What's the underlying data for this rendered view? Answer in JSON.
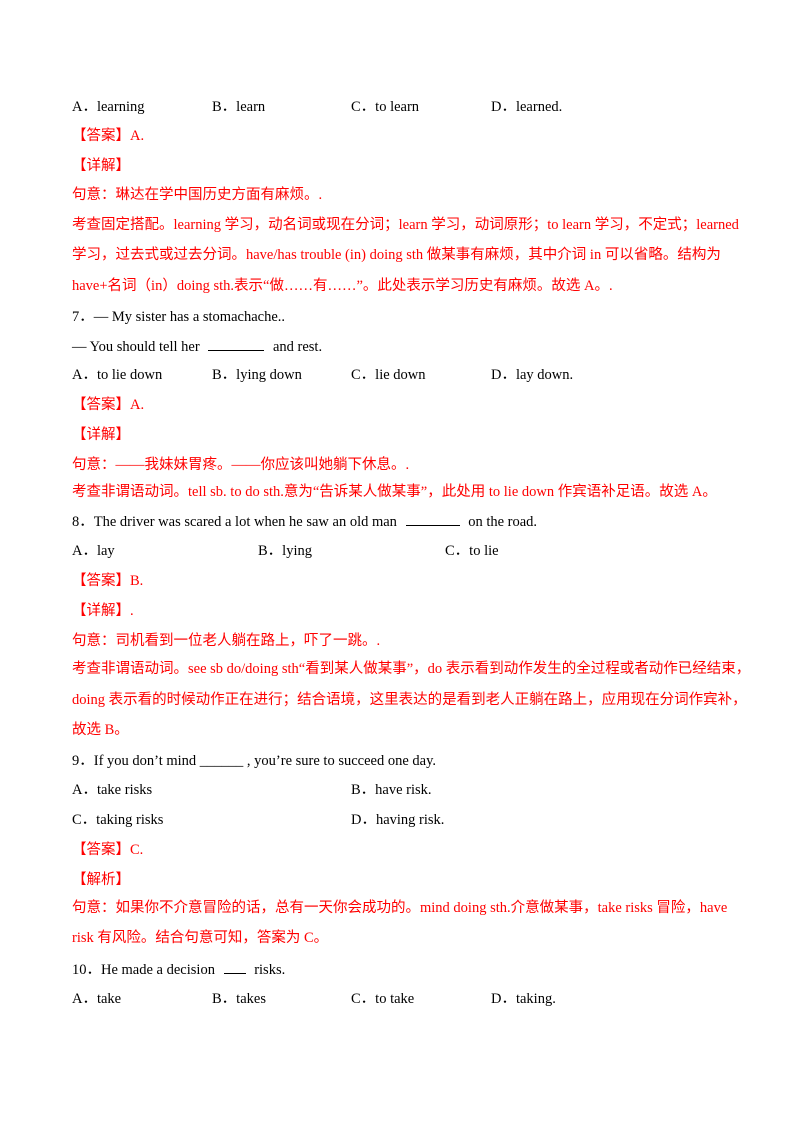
{
  "q6": {
    "options": [
      "A．learning",
      "B．learn",
      "C．to learn",
      "D．learned."
    ],
    "answer": "【答案】A.",
    "detail_label": "【详解】",
    "meaning": "句意：琳达在学中国历史方面有麻烦。.",
    "explain1": "考查固定搭配。learning 学习，动名词或现在分词；learn 学习，动词原形；to learn 学习，不定式；learned",
    "explain2": "学习，过去式或过去分词。have/has trouble (in) doing sth 做某事有麻烦，其中介词 in 可以省略。结构为",
    "explain3": "have+名词（in）doing sth.表示“做……有……”。此处表示学习历史有麻烦。故选 A。."
  },
  "q7": {
    "stem1": "7．— My sister has a stomachache..",
    "stem2_pre": "— You should tell her",
    "stem2_post": "and rest.",
    "options": [
      "A．to lie down",
      "B．lying down",
      "C．lie down",
      "D．lay down."
    ],
    "answer": "【答案】A.",
    "detail_label": "【详解】",
    "meaning": "句意：——我妹妹胃疼。——你应该叫她躺下休息。.",
    "explain1": "考查非谓语动词。tell sb. to do sth.意为“告诉某人做某事”，此处用 to lie down 作宾语补足语。故选 A。"
  },
  "q8": {
    "stem_pre": "8．The driver was scared a lot when he saw an old man",
    "stem_post": "on the road.",
    "options": [
      "A．lay",
      "B．lying",
      "C．to lie"
    ],
    "answer": "【答案】B.",
    "detail_label": "【详解】.",
    "meaning": "句意：司机看到一位老人躺在路上，吓了一跳。.",
    "explain1": "考查非谓语动词。see sb do/doing sth“看到某人做某事”，do 表示看到动作发生的全过程或者动作已经结束，",
    "explain2": "doing 表示看的时候动作正在进行；结合语境，这里表达的是看到老人正躺在路上，应用现在分词作宾补，",
    "explain3": "故选 B。"
  },
  "q9": {
    "stem": "9．If you don’t mind ______ , you’re sure to succeed one day.",
    "options": [
      "A．take risks",
      "B．have risk.",
      "C．taking risks",
      "D．having risk."
    ],
    "answer": "【答案】C.",
    "detail_label": "【解析】",
    "explain1": "句意：如果你不介意冒险的话，总有一天你会成功的。mind doing sth.介意做某事，take risks 冒险，have",
    "explain2": "risk 有风险。结合句意可知，答案为 C。"
  },
  "q10": {
    "stem_pre": "10．He made a decision",
    "stem_post": "risks.",
    "options": [
      "A．take",
      "B．takes",
      "C．to take",
      "D．taking."
    ]
  },
  "colors": {
    "answer_red": "#ff0000",
    "text": "#000000"
  }
}
